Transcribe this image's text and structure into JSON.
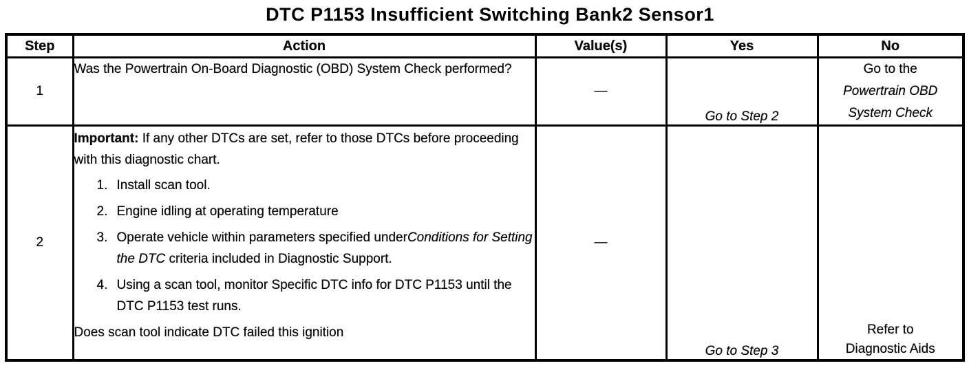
{
  "page_title": "DTC P1153 Insufficient Switching Bank2 Sensor1",
  "table": {
    "headers": {
      "step": "Step",
      "action": "Action",
      "values": "Value(s)",
      "yes": "Yes",
      "no": "No"
    },
    "row1": {
      "step": "1",
      "action": "Was the Powertrain On-Board Diagnostic (OBD) System Check performed?",
      "value": "—",
      "yes": "Go to Step 2",
      "no_line1": "Go to the",
      "no_line2": "Powertrain OBD",
      "no_line3": "System Check"
    },
    "row2": {
      "step": "2",
      "important_label": "Important:",
      "important_text": " If any other DTCs are set, refer to those DTCs before proceeding with this diagnostic chart.",
      "list": [
        {
          "num": "1.",
          "text": "Install scan tool."
        },
        {
          "num": "2.",
          "text": "Engine idling at operating temperature"
        },
        {
          "num": "3.",
          "text_pre": "Operate vehicle within parameters specified under",
          "text_italic": "Conditions for Setting the DTC",
          "text_post": " criteria included in Diagnostic Support."
        },
        {
          "num": "4.",
          "text": "Using a scan tool, monitor Specific DTC info for DTC P1153 until the DTC P1153 test runs."
        }
      ],
      "question": "Does scan tool indicate DTC failed this ignition",
      "value": "—",
      "yes": "Go to Step 3",
      "no_line1": "Refer to",
      "no_line2": "Diagnostic Aids"
    }
  }
}
